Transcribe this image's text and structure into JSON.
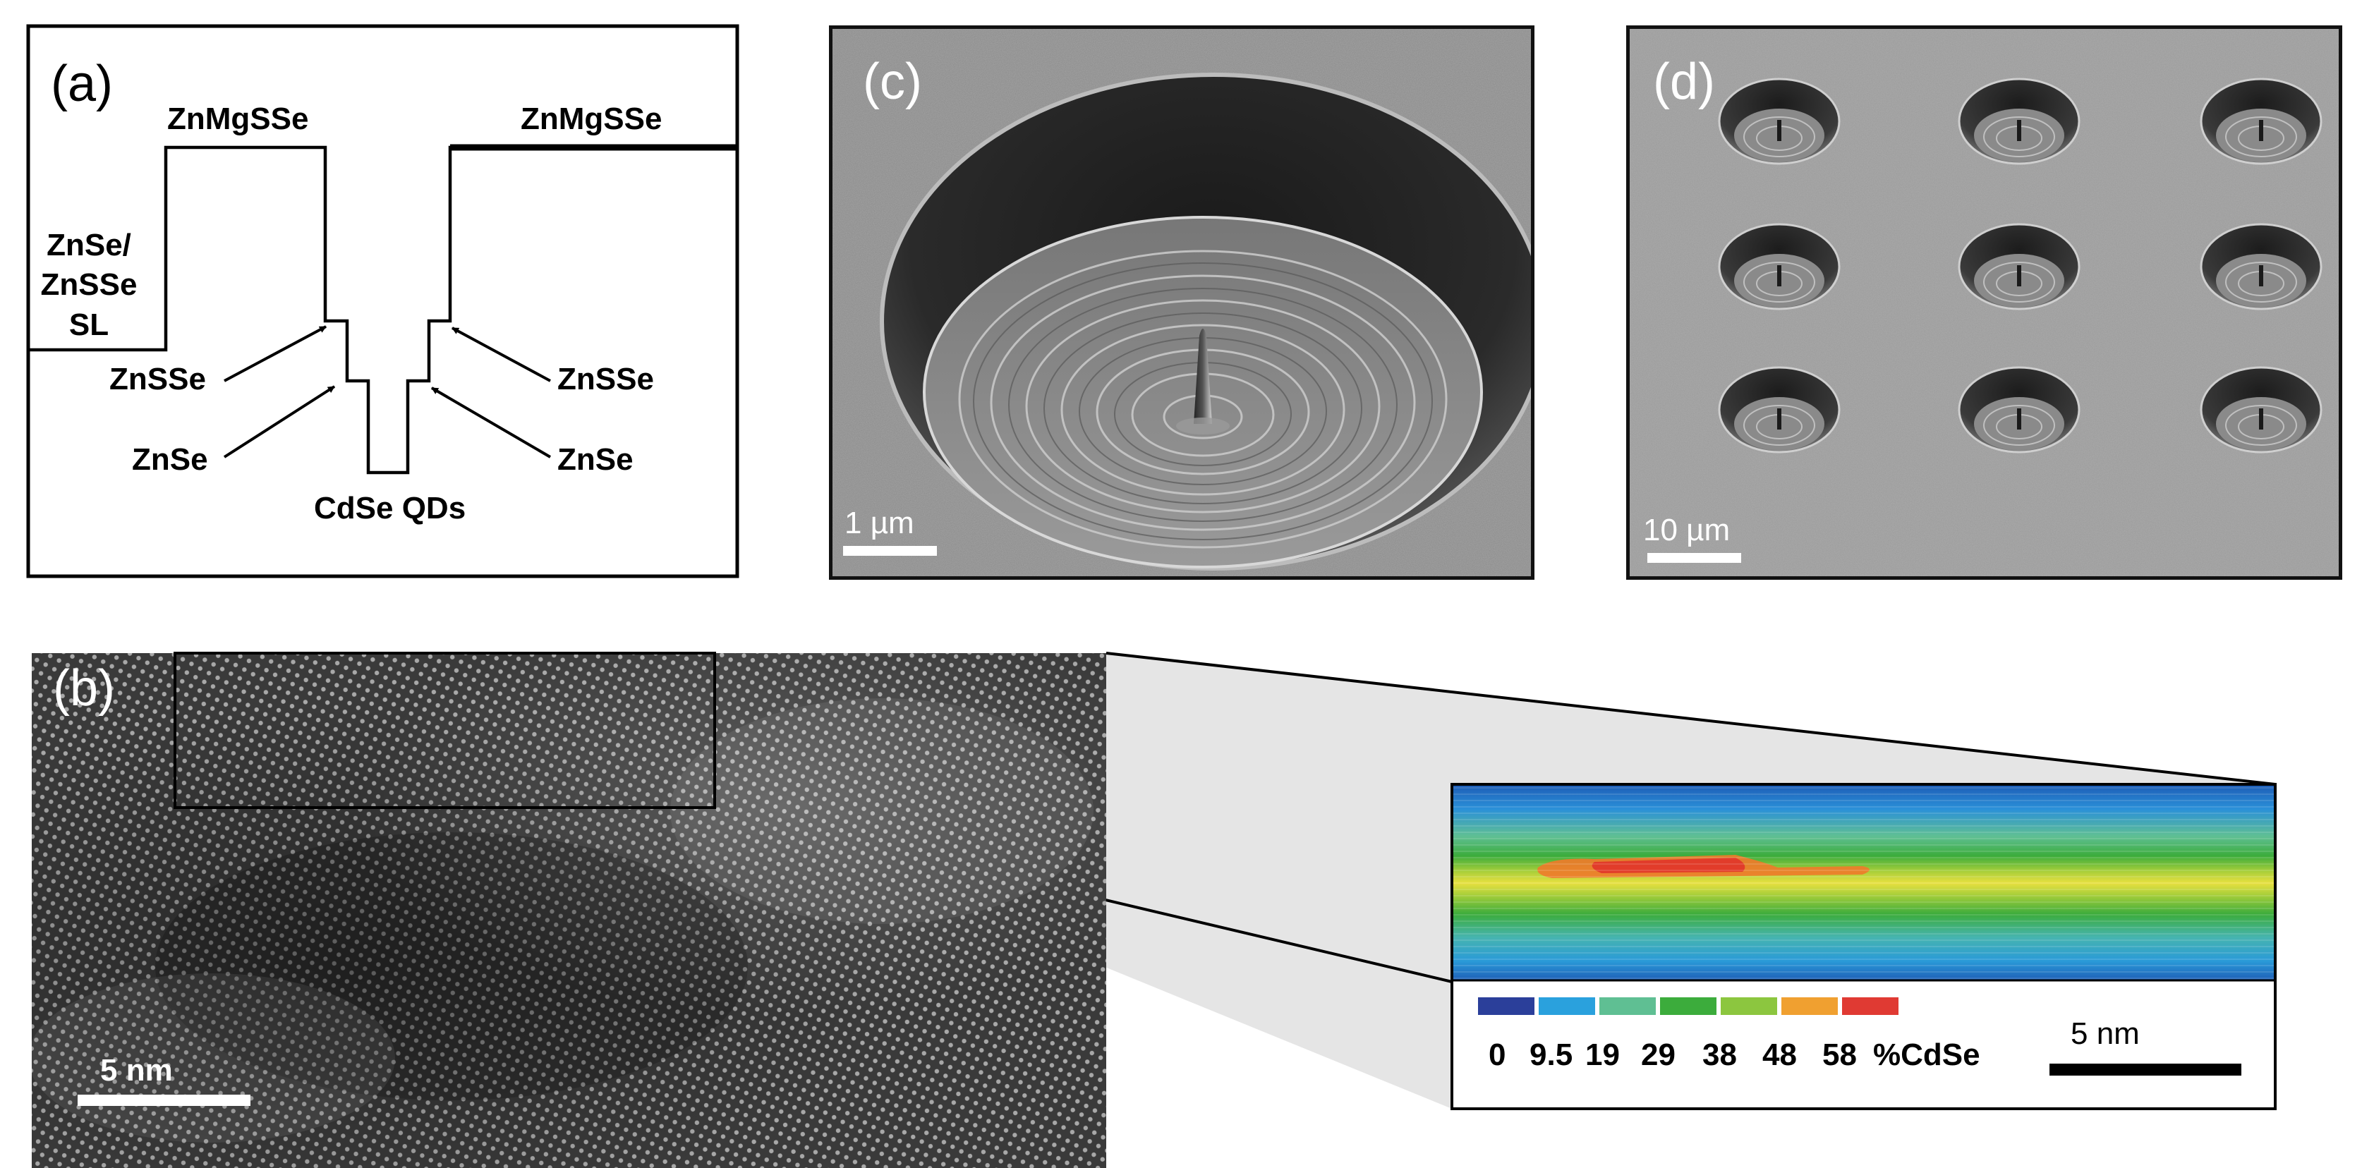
{
  "panel_a": {
    "label": "(a)",
    "barrier_left_label": "ZnMgSSe",
    "barrier_right_label": "ZnMgSSe",
    "superlattice_label": [
      "ZnSe/",
      "ZnSSe",
      "SL"
    ],
    "znsse_left": "ZnSSe",
    "znsse_right": "ZnSSe",
    "znse_left": "ZnSe",
    "znse_right": "ZnSe",
    "qd_label": "CdSe QDs"
  },
  "panel_b": {
    "label": "(b)",
    "scale_bar": "5 nm",
    "inset_scale_bar": "5 nm",
    "colorbar_colors": [
      "#2b3f9a",
      "#2aa1dd",
      "#5fbf93",
      "#3cac3c",
      "#8cc63f",
      "#f0a030",
      "#e03a33"
    ],
    "colorbar_ticks": [
      "0",
      "9.5",
      "19",
      "29",
      "38",
      "48",
      "58"
    ],
    "colorbar_unit": "%CdSe"
  },
  "panel_c": {
    "label": "(c)",
    "scale_bar": "1 µm"
  },
  "panel_d": {
    "label": "(d)",
    "scale_bar": "10 µm"
  }
}
